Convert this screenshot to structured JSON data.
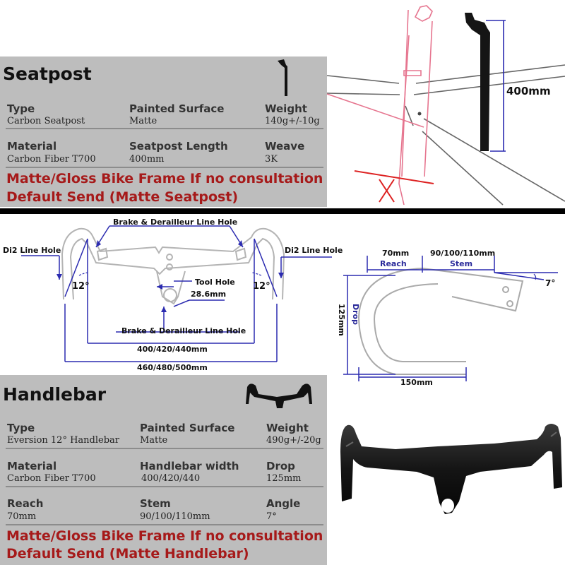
{
  "seatpost": {
    "title": "Seatpost",
    "type_label": "Type",
    "type_value": "Carbon Seatpost",
    "surface_label": "Painted Surface",
    "surface_value": "Matte",
    "weight_label": "Weight",
    "weight_value": "140g+/-10g",
    "material_label": "Material",
    "material_value": "Carbon Fiber T700",
    "length_label": "Seatpost Length",
    "length_value": "400mm",
    "weave_label": "Weave",
    "weave_value": "3K",
    "warning_line1": "Matte/Gloss Bike Frame If no consultation",
    "warning_line2": "Default Send (Matte Seatpost)",
    "diagram_length": "400mm"
  },
  "handlebar_diagram": {
    "brake_hole_top": "Brake & Derailleur Line Hole",
    "di2_left": "Di2 Line Hole",
    "di2_right": "Di2 Line Hole",
    "angle_left": "12°",
    "angle_right": "12°",
    "tool_hole": "Tool Hole",
    "tool_hole_size": "28.6mm",
    "brake_hole_bottom": "Brake & Derailleur Line Hole",
    "inner_width": "400/420/440mm",
    "outer_width": "460/480/500mm"
  },
  "profile_diagram": {
    "reach_value": "70mm",
    "reach_label": "Reach",
    "stem_value": "90/100/110mm",
    "stem_label": "Stem",
    "angle": "7°",
    "drop_value": "125mm",
    "drop_label": "Drop",
    "width": "150mm"
  },
  "handlebar": {
    "title": "Handlebar",
    "type_label": "Type",
    "type_value": "Eversion 12° Handlebar",
    "surface_label": "Painted Surface",
    "surface_value": "Matte",
    "weight_label": "Weight",
    "weight_value": "490g+/-20g",
    "material_label": "Material",
    "material_value": "Carbon Fiber T700",
    "width_label": "Handlebar width",
    "width_value": "400/420/440",
    "drop_label": "Drop",
    "drop_value": "125mm",
    "reach_label": "Reach",
    "reach_value": "70mm",
    "stem_label": "Stem",
    "stem_value": "90/100/110mm",
    "angle_label": "Angle",
    "angle_value": "7°",
    "warning_line1": "Matte/Gloss Bike Frame If no consultation",
    "warning_line2": "Default Send (Matte Handlebar)"
  },
  "colors": {
    "panel": "#bdbdbd",
    "warning": "#a61a1a",
    "dimension_blue": "#2b2bb0",
    "frame_red": "#e05a7a"
  }
}
